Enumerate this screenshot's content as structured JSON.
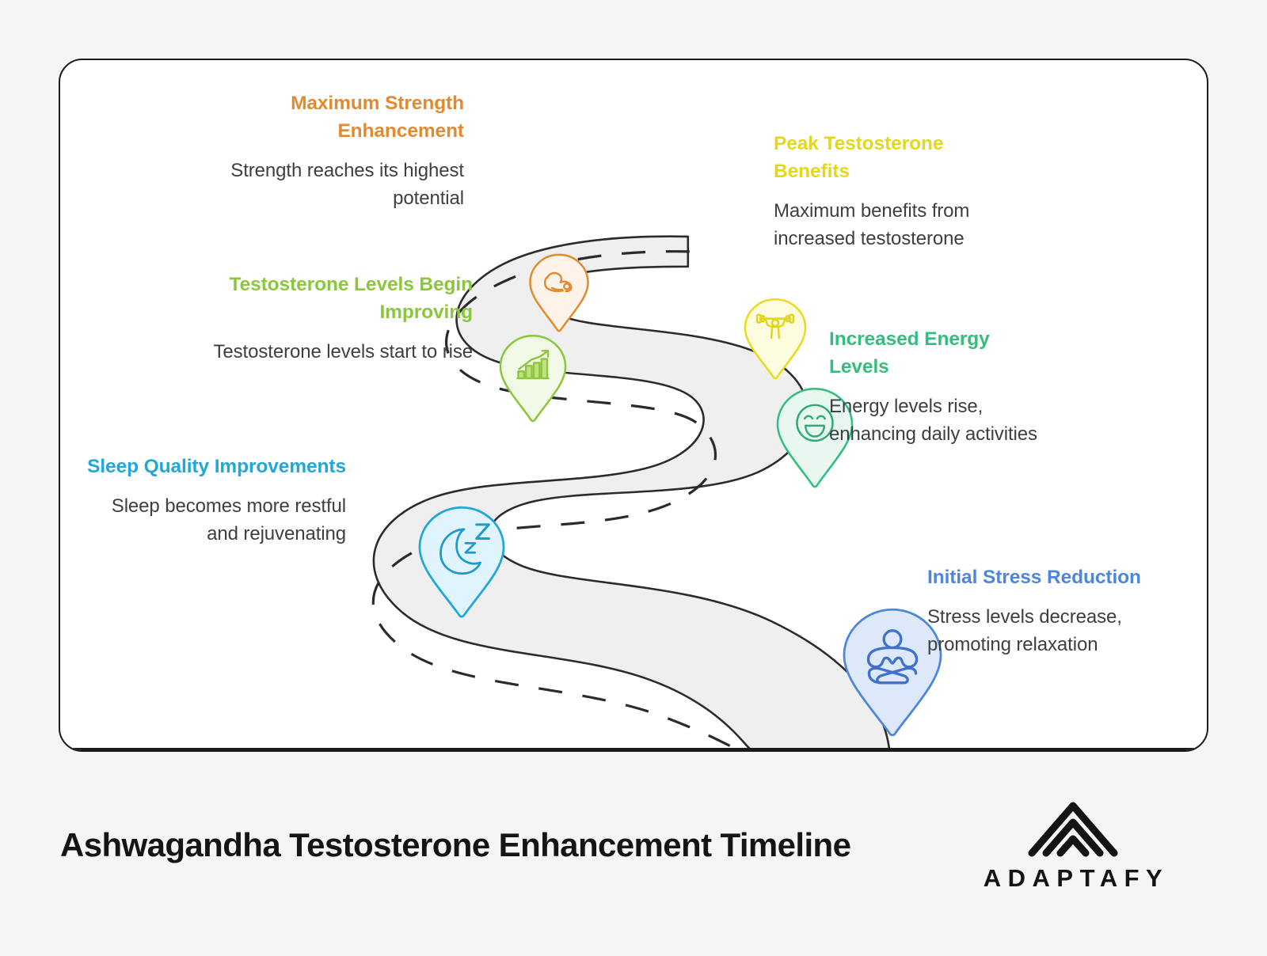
{
  "page": {
    "background_color": "#f5f5f3",
    "card_background": "#ffffff",
    "card_border_color": "#1c1c1c"
  },
  "footer": {
    "title": "Ashwagandha Testosterone Enhancement Timeline",
    "brand_name": "ADAPTAFY",
    "brand_mark": "adaptafy-chevron-logo"
  },
  "road": {
    "fill_color": "#efefef",
    "stroke_color": "#2b2b2b",
    "dash_color": "#2b2b2b"
  },
  "milestones": [
    {
      "id": "maximum-strength-enhancement",
      "heading": "Maximum Strength Enhancement",
      "body": "Strength reaches its highest potential",
      "color": "#e08a31",
      "fill": "#fdf3e8",
      "icon": "bicep-flex-icon",
      "side": "left"
    },
    {
      "id": "peak-testosterone-benefits",
      "heading": "Peak Testosterone Benefits",
      "body": "Maximum benefits from increased testosterone",
      "color": "#e8dc1e",
      "fill": "#fdfcdf",
      "icon": "weightlifter-icon",
      "side": "right"
    },
    {
      "id": "testosterone-levels-begin-improving",
      "heading": "Testosterone Levels Begin Improving",
      "body": "Testosterone levels start to rise",
      "color": "#8cc63e",
      "fill": "#f3f9e7",
      "icon": "bar-chart-growth-icon",
      "side": "left"
    },
    {
      "id": "increased-energy-levels",
      "heading": "Increased Energy Levels",
      "body": "Energy levels rise, enhancing daily activities",
      "color": "#35bd7f",
      "fill": "#e8f8f0",
      "icon": "smiling-face-icon",
      "side": "right"
    },
    {
      "id": "sleep-quality-improvements",
      "heading": "Sleep Quality Improvements",
      "body": "Sleep becomes more restful and rejuvenating",
      "color": "#21a8d8",
      "fill": "#dff4fc",
      "icon": "moon-sleep-zzz-icon",
      "side": "left"
    },
    {
      "id": "initial-stress-reduction",
      "heading": "Initial Stress Reduction",
      "body": "Stress levels decrease, promoting relaxation",
      "color": "#4d86db",
      "fill": "#dde9fa",
      "icon": "meditation-lotus-icon",
      "side": "right"
    }
  ]
}
